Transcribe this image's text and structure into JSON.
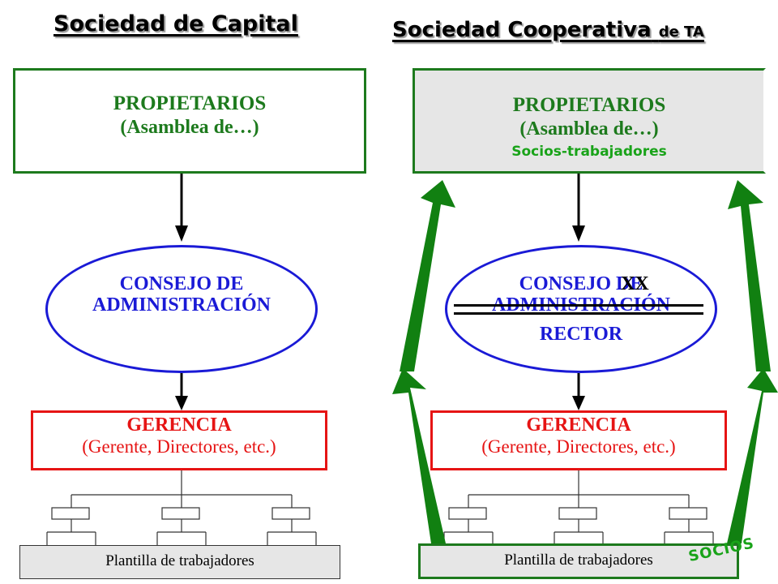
{
  "left": {
    "title": "Sociedad de Capital",
    "owners": {
      "title": "PROPIETARIOS",
      "subtitle": "(Asamblea de…)"
    },
    "board": {
      "line1": "CONSEJO DE",
      "line2": "ADMINISTRACIÓN"
    },
    "management": {
      "title": "GERENCIA",
      "subtitle": "(Gerente, Directores, etc.)"
    },
    "staff": "Plantilla de trabajadores"
  },
  "right": {
    "title": "Sociedad Cooperativa",
    "title_small": "de TA",
    "owners": {
      "title": "PROPIETARIOS",
      "subtitle": "(Asamblea de…)",
      "members": "Socios-trabajadores"
    },
    "board": {
      "line1": "CONSEJO DE",
      "line2": "ADMINISTRACIÓN",
      "overlay": "XX",
      "replacement": "RECTOR"
    },
    "management": {
      "title": "GERENCIA",
      "subtitle": "(Gerente, Directores, etc.)"
    },
    "staff": "Plantilla de trabajadores",
    "members_label": "SOCIOS"
  },
  "colors": {
    "owners": "#1d7a1d",
    "board": "#1a1ad6",
    "management": "#e61414",
    "arrows": "#118011",
    "members_text": "#19a319"
  }
}
